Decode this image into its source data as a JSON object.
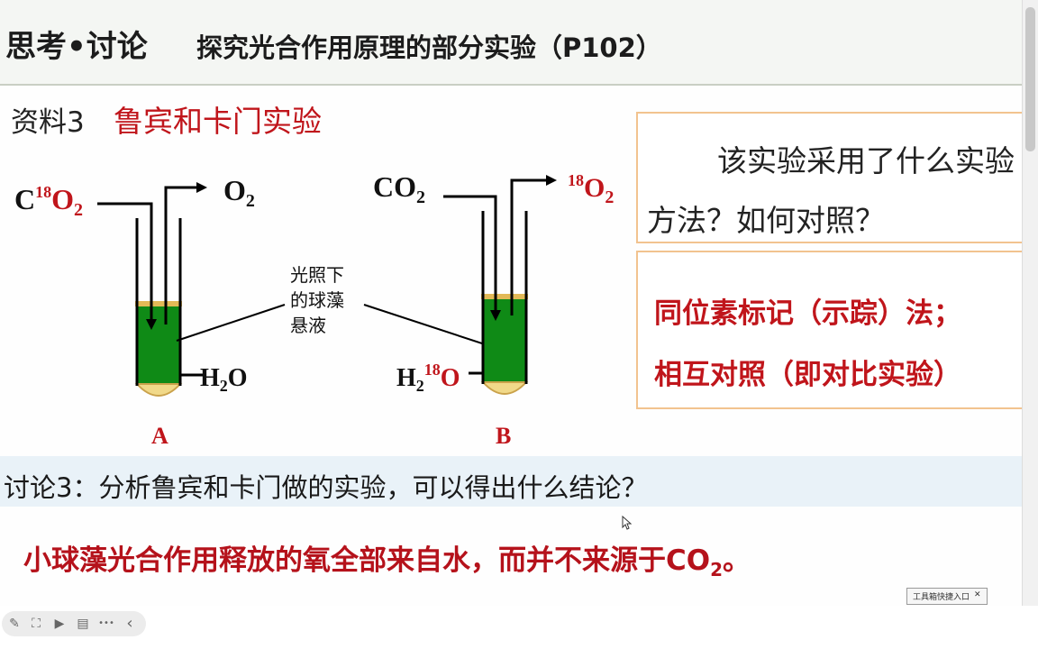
{
  "title": {
    "main": "思考•讨论",
    "sub": "探究光合作用原理的部分实验（P102）"
  },
  "material": {
    "label": "资料3",
    "title": "鲁宾和卡门实验"
  },
  "question": {
    "line1": "该实验采用了什么实验",
    "line2": "方法？如何对照？"
  },
  "answer": {
    "line1": "同位素标记（示踪）法；",
    "line2": "相互对照（即对比实验）"
  },
  "diagram": {
    "tube_a": {
      "input": "C18O2",
      "output": "O2",
      "water": "H2O",
      "label": "A"
    },
    "tube_b": {
      "input": "CO2",
      "output": "18O2",
      "water": "H218O",
      "label": "B"
    },
    "center_label": [
      "光照下",
      "的球藻",
      "悬液"
    ]
  },
  "discussion": {
    "text": "讨论3：分析鲁宾和卡门做的实验，可以得出什么结论？"
  },
  "conclusion": {
    "text": "小球藻光合作用释放的氧全部来自水，而并不来源于CO",
    "sub": "2",
    "tail": "。"
  },
  "widget": {
    "label": "工具箱快捷入口",
    "close": "✕"
  },
  "toolbar": {
    "pen": "✎",
    "capture": "⛶",
    "camera": "▶",
    "chat": "▤",
    "more": "•••",
    "collapse": "‹"
  },
  "colors": {
    "red_text": "#c0151b",
    "tube_green": "#0f8a16",
    "box_border": "#f2c38f",
    "discussion_bg": "#e9f2f8"
  }
}
